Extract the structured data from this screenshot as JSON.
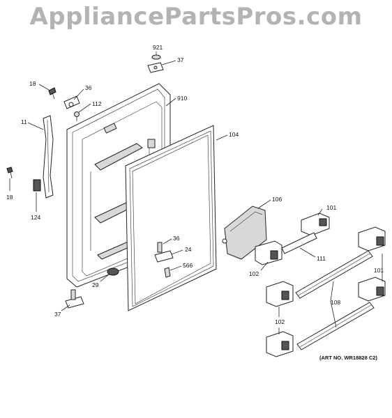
{
  "watermark": "AppliancePartsPros.com",
  "callouts": {
    "c921": "921",
    "c37_top": "37",
    "c18_top": "18",
    "c36_top": "36",
    "c112": "112",
    "c910": "910",
    "c11": "11",
    "c104": "104",
    "c18_left": "18",
    "c124": "124",
    "c106": "106",
    "c101_top": "101",
    "c36_mid": "36",
    "c24": "24",
    "c566": "566",
    "c29": "29",
    "c102_mid": "102",
    "c111": "111",
    "c101_right": "101",
    "c37_bottom": "37",
    "c108": "108",
    "c102_bottom": "102"
  },
  "art_number": "(ART NO. WR18828 C2)"
}
